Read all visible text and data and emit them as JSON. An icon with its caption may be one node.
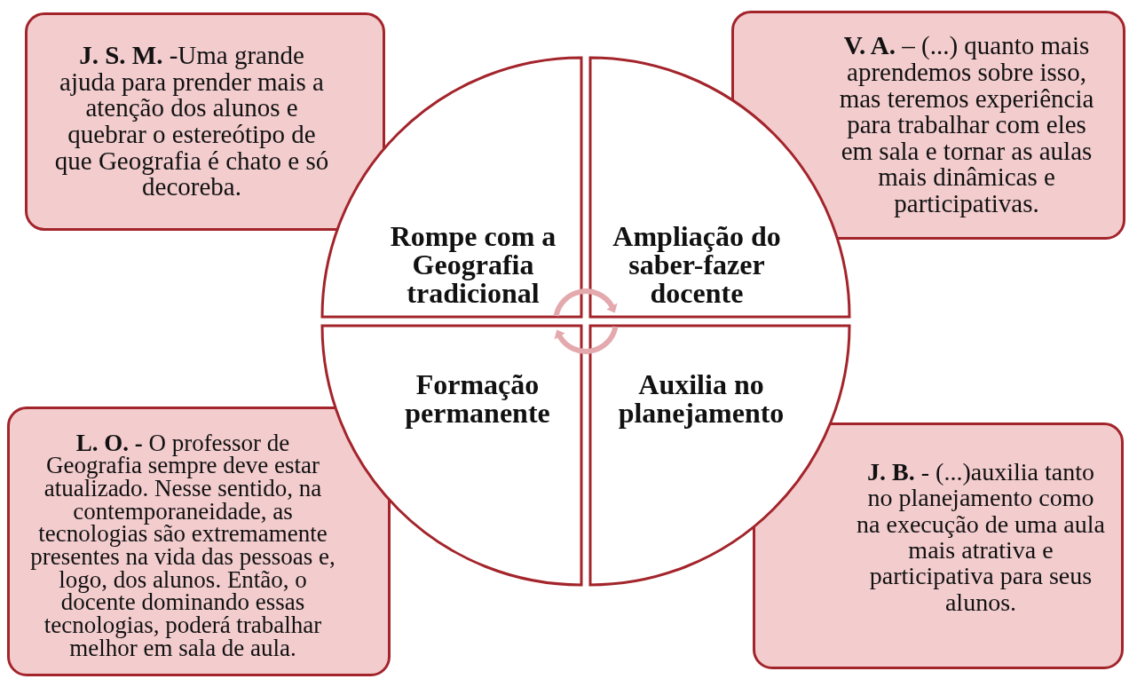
{
  "diagram": {
    "nodes": [
      {
        "text": [
          "**J. S. M.** -Uma grande ajuda para prender mais a atenção dos alunos e quebrar o estereótipo de que Geografia é chato e só decoreba."
        ]
      },
      {
        "text": [
          "Rompe com a Geografia tradicional"
        ]
      },
      {
        "text": [
          "Ampliação do saber-fazer docente"
        ]
      },
      {
        "text": [
          "**V. A.** – (...) quanto mais aprendemos sobre isso, mas teremos experiência para trabalhar com eles em sala e tornar as aulas mais dinâmicas e participativas."
        ]
      },
      {
        "text": [
          "Formação permanente"
        ]
      },
      {
        "text": [
          "Auxilia no planejamento"
        ]
      },
      {
        "text": [
          "**L. O. -** O professor de Geografia sempre deve estar atualizado. Nesse sentido, na contemporaneidade, as tecnologias são extremamente presentes na vida das pessoas e, logo, dos alunos. Então, o docente dominando essas tecnologias, poderá trabalhar melhor em sala de aula."
        ]
      },
      {
        "text": [
          "**J. B.** - (...)auxilia tanto no planejamento como na execução de uma aula mais atrativa e participativa para seus alunos."
        ]
      }
    ]
  }
}
